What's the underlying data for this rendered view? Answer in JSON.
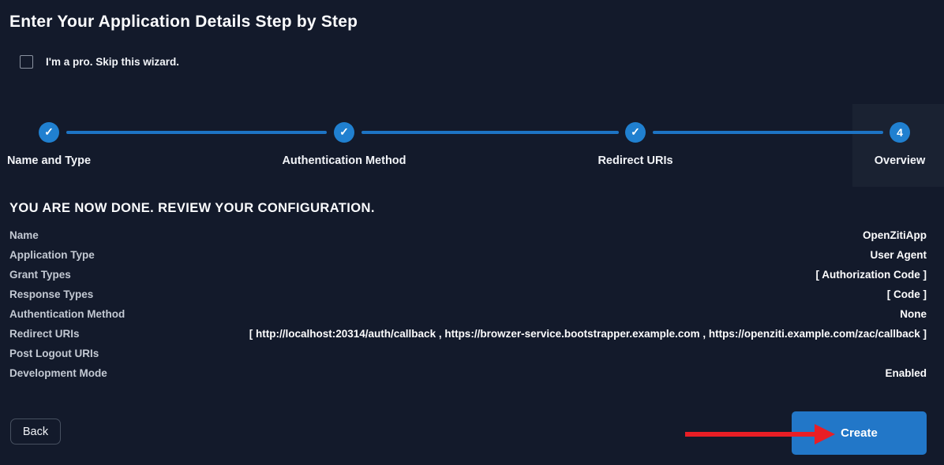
{
  "page": {
    "title": "Enter Your Application Details Step by Step",
    "skip_checkbox_label": "I'm a pro. Skip this wizard."
  },
  "icons": {
    "check": "✓"
  },
  "stepper": {
    "steps": [
      {
        "label": "Name and Type",
        "state": "done"
      },
      {
        "label": "Authentication Method",
        "state": "done"
      },
      {
        "label": "Redirect URIs",
        "state": "done"
      },
      {
        "label": "Overview",
        "state": "current",
        "number": "4"
      }
    ]
  },
  "review": {
    "heading": "YOU ARE NOW DONE. REVIEW YOUR CONFIGURATION.",
    "rows": [
      {
        "label": "Name",
        "value": "OpenZitiApp"
      },
      {
        "label": "Application Type",
        "value": "User Agent"
      },
      {
        "label": "Grant Types",
        "value": "[ Authorization Code ]"
      },
      {
        "label": "Response Types",
        "value": "[ Code ]"
      },
      {
        "label": "Authentication Method",
        "value": "None"
      },
      {
        "label": "Redirect URIs",
        "value": "[ http://localhost:20314/auth/callback , https://browzer-service.bootstrapper.example.com , https://openziti.example.com/zac/callback ]"
      },
      {
        "label": "Post Logout URIs",
        "value": ""
      },
      {
        "label": "Development Mode",
        "value": "Enabled"
      }
    ]
  },
  "actions": {
    "back_label": "Back",
    "create_label": "Create"
  },
  "colors": {
    "background": "#131a2b",
    "panel_highlight": "#1a2232",
    "accent_blue": "#2080d0",
    "button_blue": "#2277c8",
    "arrow_red": "#e91e25"
  }
}
